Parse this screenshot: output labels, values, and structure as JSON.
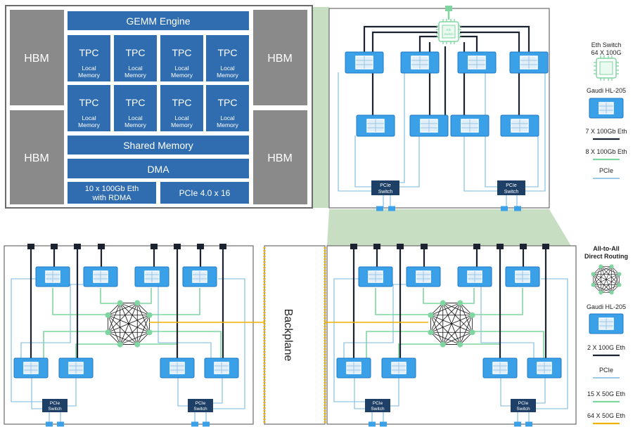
{
  "chip": {
    "hbm_label": "HBM",
    "gemm_label": "GEMM Engine",
    "tpc_label": "TPC",
    "local_memory_line1": "Local",
    "local_memory_line2": "Memory",
    "shared_memory_label": "Shared Memory",
    "dma_label": "DMA",
    "eth_line1": "10 x 100Gb Eth",
    "eth_line2": "with RDMA",
    "pcie_label": "PCIe 4.0 x 16"
  },
  "server": {
    "pcie_switch_line1": "PCIe",
    "pcie_switch_line2": "Switch",
    "eth_switch_chip_line1": "Eth",
    "eth_switch_chip_line2": "Switch"
  },
  "backplane": {
    "label": "Backplane"
  },
  "legend_top": {
    "eth_switch_line1": "Eth Switch",
    "eth_switch_line2": "64 X 100G",
    "gaudi_label": "Gaudi HL-205",
    "eth7_label": "7 X 100Gb Eth",
    "eth8_label": "8 X 100Gb Eth",
    "pcie_label": "PCIe"
  },
  "legend_bottom": {
    "all_to_all_line1": "All-to-All",
    "all_to_all_line2": "Direct Routing",
    "gaudi_label": "Gaudi HL-205",
    "eth2_label": "2 X 100G Eth",
    "pcie_label": "PCIe",
    "eth15_label": "15 X 50G Eth",
    "eth64_label": "64 X 50G Eth"
  },
  "colors": {
    "chip_blue": "#2f6db0",
    "hbm_gray": "#8a8a8a",
    "gaudi_blue": "#3aa0e8",
    "switch_navy": "#1e3f66",
    "green_link": "#7fd6a0",
    "orange_link": "#f0b000",
    "pcie_line": "#7ab8e0",
    "zoom_green": "#c5dcc0"
  }
}
